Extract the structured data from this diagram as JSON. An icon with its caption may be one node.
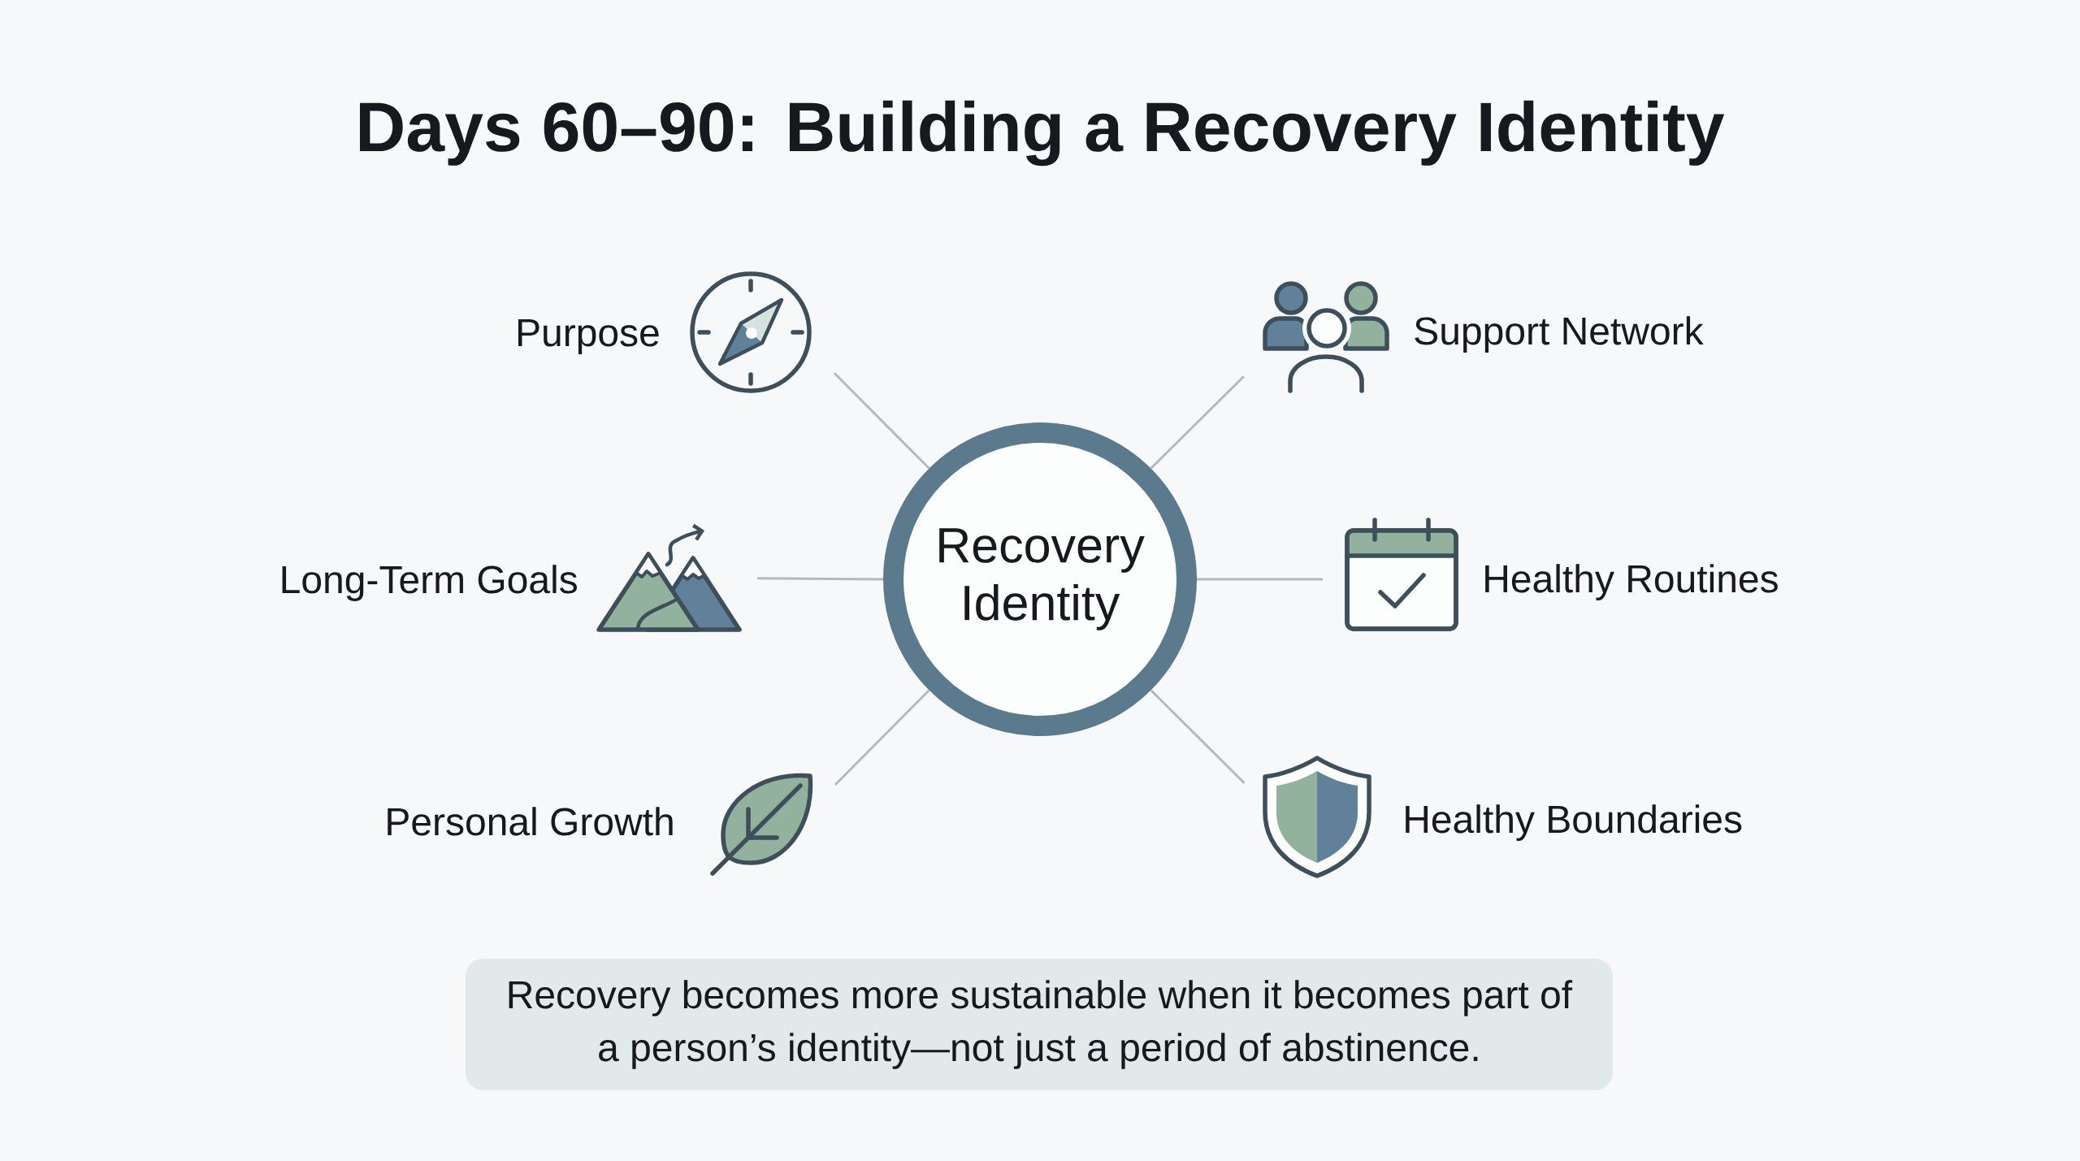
{
  "diagram": {
    "title": "Days 60–90: Building a Recovery Identity",
    "nodes": [
      {
        "text": [
          "Recovery Identity"
        ]
      },
      {
        "text": [],
        "shape": "picture",
        "beside": [
          "Purpose"
        ]
      },
      {
        "text": [],
        "shape": "picture",
        "beside": [
          "Support Network"
        ]
      },
      {
        "text": [],
        "shape": "picture",
        "beside": [
          "Long-Term Goals"
        ]
      },
      {
        "text": [],
        "shape": "picture",
        "beside": [
          "Healthy Routines"
        ]
      },
      {
        "text": [],
        "shape": "picture",
        "beside": [
          "Personal Growth"
        ]
      },
      {
        "text": [],
        "shape": "picture",
        "beside": [
          "Healthy Boundaries"
        ]
      },
      {
        "text": [
          "Recovery becomes more sustainable when it becomes part of a person’s identity—not just a period of abstinence."
        ]
      }
    ],
    "edges": [
      {
        "from": 0,
        "to": 1,
        "arrow": "none"
      },
      {
        "from": 0,
        "to": 2,
        "arrow": "none"
      },
      {
        "from": 0,
        "to": 3,
        "arrow": "none"
      },
      {
        "from": 0,
        "to": 4,
        "arrow": "none"
      },
      {
        "from": 0,
        "to": 5,
        "arrow": "none"
      },
      {
        "from": 0,
        "to": 6,
        "arrow": "none"
      }
    ]
  }
}
